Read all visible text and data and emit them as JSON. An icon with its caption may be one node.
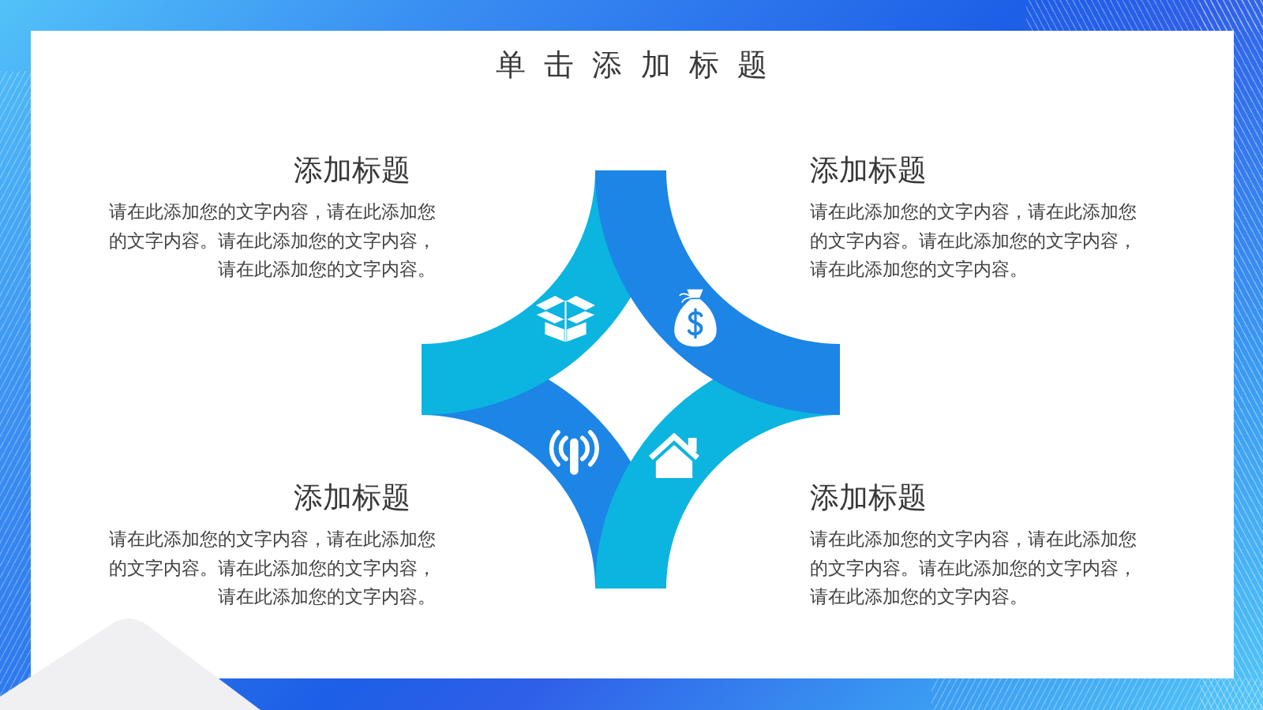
{
  "diagram": {
    "title": "单 击 添 加 标 题",
    "labels": [
      "添加标题",
      "请在此添加您的文字内容，请在此添加您的文字内容。请在此添加您的文字内容，请在此添加您的文字内容。",
      "添加标题",
      "请在此添加您的文字内容，请在此添加您的文字内容。请在此添加您的文字内容，请在此添加您的文字内容。",
      "添加标题",
      "请在此添加您的文字内容，请在此添加您的文字内容。请在此添加您的文字内容，请在此添加您的文字内容。",
      "添加标题",
      "请在此添加您的文字内容，请在此添加您的文字内容。请在此添加您的文字内容，请在此添加您的文字内容。"
    ]
  }
}
